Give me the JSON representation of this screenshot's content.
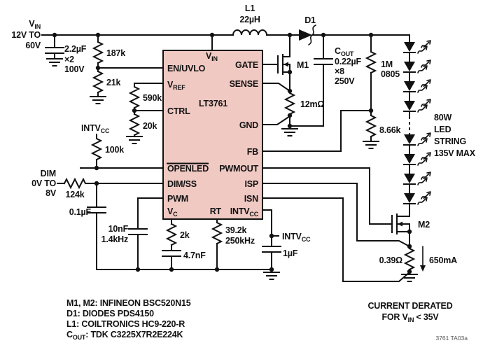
{
  "colors": {
    "ic_fill": "#f0c9c3",
    "line": "#111111",
    "bg": "#ffffff"
  },
  "supply": {
    "v_main": "V",
    "v_sub": "IN",
    "range1": "12V TO",
    "range2": "60V"
  },
  "dim": {
    "l1": "DIM",
    "l2": "0V TO",
    "l3": "8V"
  },
  "intvcc": {
    "main": "INTV",
    "sub": "CC"
  },
  "ic": {
    "part": "LT3761",
    "pin_vin": {
      "main": "V",
      "sub": "IN"
    },
    "pin_en": "EN/UVLO",
    "pin_vref": {
      "main": "V",
      "sub": "REF"
    },
    "pin_ctrl": "CTRL",
    "pin_openled": "OPENLED",
    "pin_dimss": "DIM/SS",
    "pin_pwm": "PWM",
    "pin_vc": {
      "main": "V",
      "sub": "C"
    },
    "pin_rt": "RT",
    "pin_gate": "GATE",
    "pin_sense": "SENSE",
    "pin_gnd": "GND",
    "pin_fb": "FB",
    "pin_pwmout": "PWMOUT",
    "pin_isp": "ISP",
    "pin_isn": "ISN",
    "pin_intvcc": {
      "main": "INTV",
      "sub": "CC"
    }
  },
  "components": {
    "c_in": {
      "value": "2.2µF",
      "qty": "×2",
      "voltage": "100V"
    },
    "r_uvlo_top": "187k",
    "r_uvlo_bot": "21k",
    "r_ctrl_top": "590k",
    "r_ctrl_bot": "20k",
    "r_openled": "100k",
    "r_dim": "124k",
    "c_dim": "0.1µF",
    "c_pwm": {
      "value": "10nF",
      "note": "1.4kHz"
    },
    "r_vc": "2k",
    "c_vc": "4.7nF",
    "r_rt": {
      "value": "39.2k",
      "note": "250kHz"
    },
    "c_intvcc": "1µF",
    "l1": {
      "ref": "L1",
      "value": "22µH"
    },
    "d1": {
      "ref": "D1"
    },
    "m1": {
      "ref": "M1"
    },
    "m2": {
      "ref": "M2"
    },
    "r_sense": "12mΩ",
    "c_out": {
      "ref_main": "C",
      "ref_sub": "OUT",
      "value": "0.22µF",
      "qty": "×8",
      "voltage": "250V"
    },
    "r_fb_top": {
      "value": "1M",
      "pkg": "0805"
    },
    "r_fb_bot": "8.66k",
    "r_cs": "0.39Ω",
    "i_led": "650mA"
  },
  "led_string": {
    "l1": "80W",
    "l2": "LED",
    "l3": "STRING",
    "l4": "135V MAX"
  },
  "notes": {
    "bom1": "M1, M2: INFINEON BSC520N15",
    "bom2": "D1: DIODES PDS4150",
    "bom3": "L1: COILTRONICS HC9-220-R",
    "bom4_main": "C",
    "bom4_sub": "OUT",
    "bom4_rest": ": TDK C3225X7R2E224K",
    "derate_l1": "CURRENT DERATED",
    "derate_l2_pre": "FOR V",
    "derate_l2_sub": "IN",
    "derate_l2_post": " < 35V",
    "doc_id": "3761 TA03a"
  }
}
